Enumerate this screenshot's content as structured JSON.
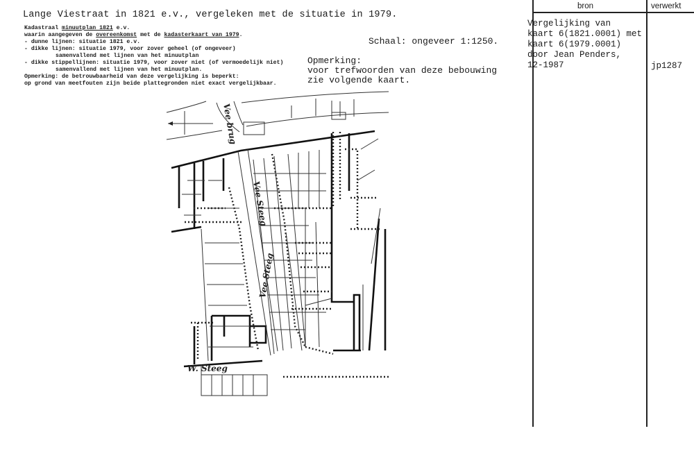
{
  "document": {
    "title": "Lange Viestraat in 1821 e.v., vergeleken met de situatie in 1979.",
    "legend": {
      "line1_prefix": "Kadastraal ",
      "line1_link": "minuutplan 1821",
      "line1_suffix": " e.v.",
      "line2_prefix": "waarin aangegeven de ",
      "line2_link1": "overeenkomst",
      "line2_mid": " met de ",
      "line2_link2": "kadasterkaart van 1979",
      "line2_suffix": ".",
      "line3": "- dunne lijnen: situatie 1821 e.v.",
      "line4": "- dikke lijnen: situatie 1979, voor zover geheel (of ongeveer)",
      "line5": "samenvallend met lijnen van het minuutplan",
      "line6": "- dikke stippellijnen: situatie 1979, voor zover niet (of vermoedelijk niet)",
      "line7": "samenvallend met lijnen van het minuutplan.",
      "line8": "Opmerking: de betrouwbaarheid van deze vergelijking is beperkt:",
      "line9": "op grond van meetfouten zijn beide plattegronden niet exact vergelijkbaar."
    },
    "scale": "Schaal: ongeveer 1:1250.",
    "remark": {
      "heading": "Opmerking:",
      "line1": "voor trefwoorden van deze bebouwing",
      "line2": "zie volgende kaart."
    },
    "map_labels": {
      "bridge": "Vee brug",
      "street": "Vee Steeg",
      "street2": "Vee Steeg",
      "street_bottom": "W. Steeg"
    }
  },
  "sidebar": {
    "col_source": "bron",
    "col_processed": "verwerkt",
    "source_lines": [
      "Vergelijking van",
      "kaart 6(1821.0001) met",
      "kaart 6(1979.0001)",
      "door Jean Penders,",
      "12-1987"
    ],
    "processed_code": "jp1287"
  }
}
